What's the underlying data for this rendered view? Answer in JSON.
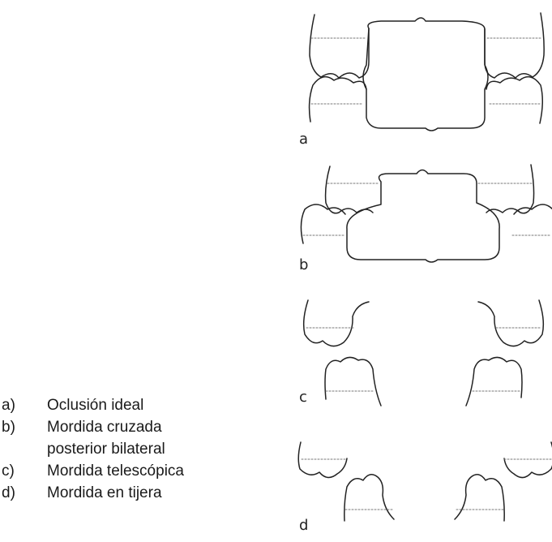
{
  "figures": [
    {
      "label": "a"
    },
    {
      "label": "b"
    },
    {
      "label": "c"
    },
    {
      "label": "d"
    }
  ],
  "legend": {
    "items": [
      {
        "letter": "a)",
        "text": "Oclusión ideal"
      },
      {
        "letter": "b)",
        "text": "Mordida cruzada",
        "continuation": "posterior bilateral"
      },
      {
        "letter": "c)",
        "text": "Mordida telescópica"
      },
      {
        "letter": "d)",
        "text": "Mordida en tijera"
      }
    ]
  }
}
